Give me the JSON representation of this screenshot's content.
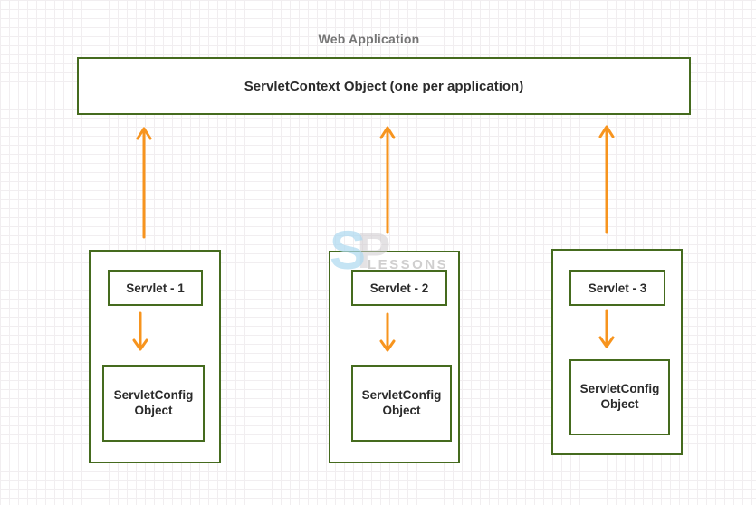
{
  "diagram": {
    "title": "Web Application",
    "context_box": {
      "label": "ServletContext Object (one per application)"
    },
    "groups": [
      {
        "servlet": "Servlet - 1",
        "config": "ServletConfig\nObject"
      },
      {
        "servlet": "Servlet - 2",
        "config": "ServletConfig\nObject"
      },
      {
        "servlet": "Servlet - 3",
        "config": "ServletConfig\nObject"
      }
    ],
    "watermark": {
      "s": "S",
      "p": "P",
      "lessons": "LESSONS"
    },
    "colors": {
      "box_border_green": "#456b1e",
      "arrow_orange": "#f7941e",
      "title_gray": "#757575",
      "label_text": "#2b2b2b",
      "grid_line": "#f1eef0",
      "watermark_blue": "#add8f0",
      "watermark_gray": "#cdcbcd"
    }
  }
}
